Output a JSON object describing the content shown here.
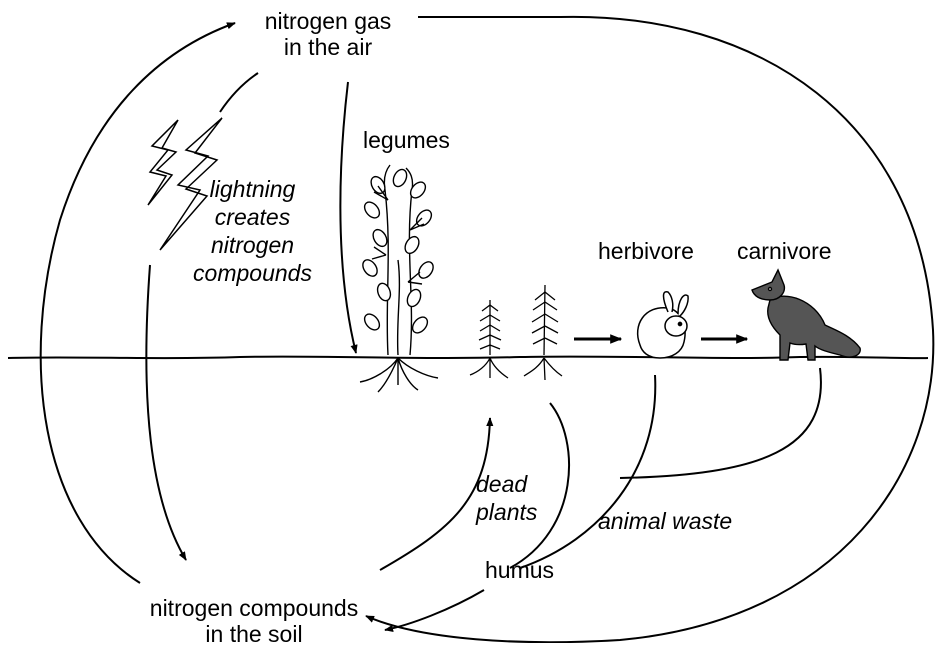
{
  "labels": {
    "nitrogen_gas": [
      "nitrogen gas",
      "in the air"
    ],
    "legumes": "legumes",
    "lightning": [
      "lightning",
      "creates",
      "nitrogen",
      "compounds"
    ],
    "herbivore": "herbivore",
    "carnivore": "carnivore",
    "dead_plants": [
      "dead",
      "plants"
    ],
    "animal_waste": "animal waste",
    "humus": "humus",
    "nitrogen_compounds_soil": [
      "nitrogen compounds",
      "in the soil"
    ]
  },
  "colors": {
    "ink": "#000000",
    "background": "#ffffff",
    "fox": "#555555"
  },
  "icons": [
    "lightning-bolt-icon",
    "legume-plant-icon",
    "grass-plant-icon",
    "rabbit-icon",
    "fox-icon"
  ]
}
